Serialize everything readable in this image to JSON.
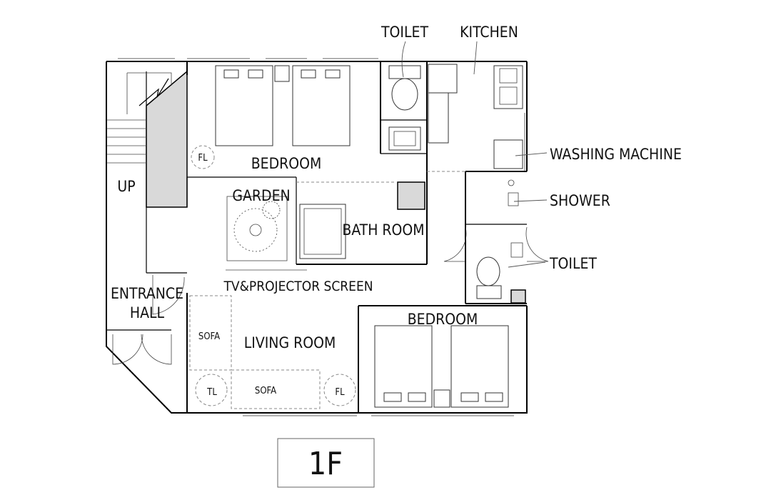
{
  "plan": {
    "floor_label": "1F",
    "callouts": {
      "toilet_top": "TOILET",
      "kitchen": "KITCHEN",
      "washing_machine": "WASHING MACHINE",
      "shower": "SHOWER",
      "toilet_right": "TOILET"
    },
    "rooms": {
      "bedroom_top": "BEDROOM",
      "garden": "GARDEN",
      "bath_room": "BATH ROOM",
      "up": "UP",
      "tv_screen": "TV&PROJECTOR SCREEN",
      "entrance": "ENTRANCE",
      "hall": "HALL",
      "bedroom_bottom": "BEDROOM",
      "living_room": "LIVING ROOM"
    },
    "furniture": {
      "fl_top": "FL",
      "sofa_side": "SOFA",
      "sofa_bottom": "SOFA",
      "tl": "TL",
      "fl_bottom": "FL"
    }
  }
}
